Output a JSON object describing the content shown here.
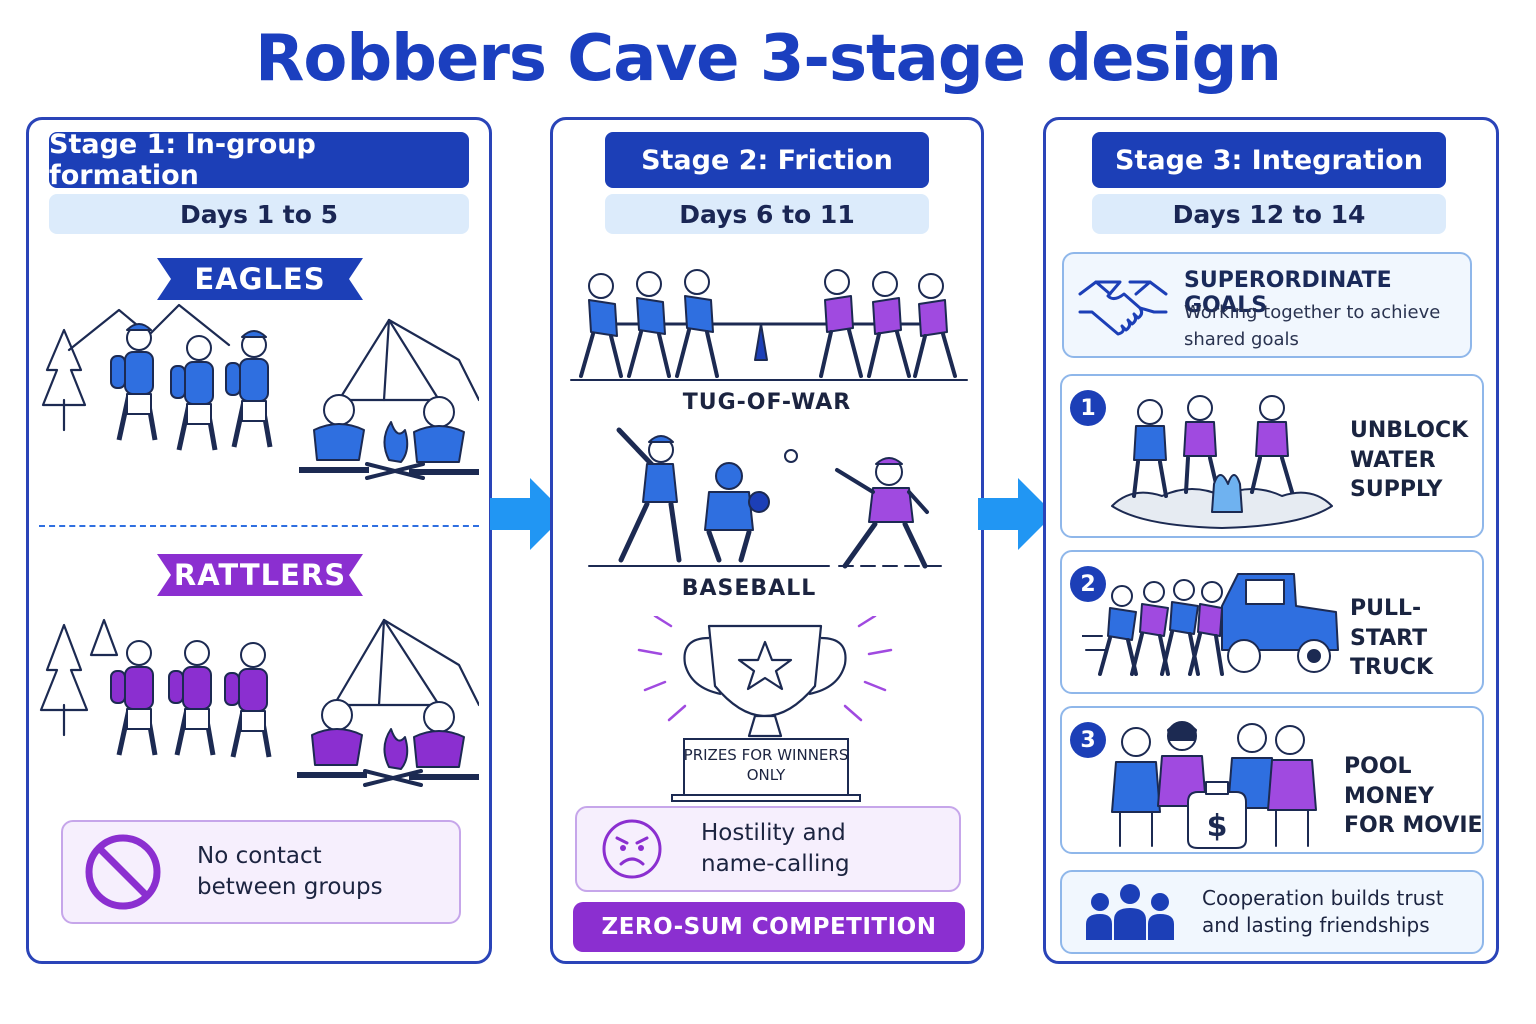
{
  "title": "Robbers Cave 3-stage design",
  "colors": {
    "primary": "#1c3fb7",
    "secondary": "#8b2fd0",
    "light_blue": "#dcebfb",
    "arrow": "#2196f3"
  },
  "stage1": {
    "header": "Stage 1: In-group formation",
    "days": "Days 1 to 5",
    "group_a": "EAGLES",
    "group_b": "RATTLERS",
    "note": "No contact between groups",
    "note_icon": "prohibited-icon"
  },
  "stage2": {
    "header": "Stage 2: Friction",
    "days": "Days 6 to 11",
    "activity_1": "TUG-OF-WAR",
    "activity_2": "BASEBALL",
    "trophy_plate": "PRIZES FOR WINNERS ONLY",
    "note": "Hostility and name-calling",
    "note_icon": "angry-face-icon",
    "banner": "ZERO-SUM COMPETITION"
  },
  "stage3": {
    "header": "Stage 3: Integration",
    "days": "Days 12 to 14",
    "goal_title": "SUPERORDINATE GOALS",
    "goal_desc": "Working together to achieve shared goals",
    "goal_icon": "handshake-icon",
    "tasks": [
      {
        "num": "1",
        "label": "UNBLOCK WATER SUPPLY"
      },
      {
        "num": "2",
        "label": "PULL-START TRUCK"
      },
      {
        "num": "3",
        "label": "POOL MONEY FOR MOVIE"
      }
    ],
    "note": "Cooperation builds trust and lasting friendships",
    "note_icon": "group-icon"
  }
}
